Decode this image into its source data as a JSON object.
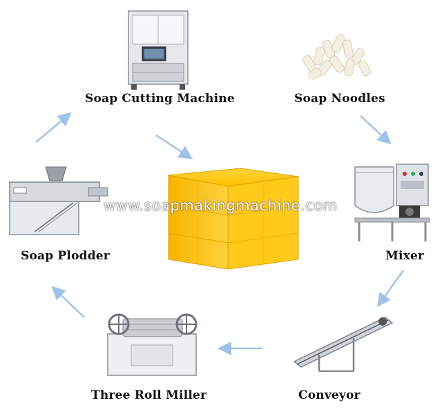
{
  "nodes": [
    {
      "id": "soap-cutting-machine",
      "label": "Soap Cutting Machine",
      "icon": "cutting-machine-icon"
    },
    {
      "id": "soap-noodles",
      "label": "Soap Noodles",
      "icon": "soap-noodles-icon"
    },
    {
      "id": "mixer",
      "label": "Mixer",
      "icon": "mixer-icon"
    },
    {
      "id": "conveyor",
      "label": "Conveyor",
      "icon": "conveyor-icon"
    },
    {
      "id": "three-roll-miller",
      "label": "Three Roll Miller",
      "icon": "roll-mill-icon"
    },
    {
      "id": "soap-plodder",
      "label": "Soap Plodder",
      "icon": "plodder-icon"
    }
  ],
  "center": {
    "icon": "soap-bars-icon",
    "watermark": "www.soapmakingmachine.com"
  },
  "colors": {
    "arrow": "#9fc3e6",
    "soap": "#f7b400",
    "soap_light": "#ffd43b",
    "label": "#111111"
  },
  "edges": [
    {
      "from": "soap-noodles",
      "to": "mixer"
    },
    {
      "from": "mixer",
      "to": "conveyor"
    },
    {
      "from": "conveyor",
      "to": "three-roll-miller"
    },
    {
      "from": "three-roll-miller",
      "to": "soap-plodder"
    },
    {
      "from": "soap-plodder",
      "to": "soap-cutting-machine"
    },
    {
      "from": "soap-cutting-machine",
      "to": "center"
    }
  ]
}
